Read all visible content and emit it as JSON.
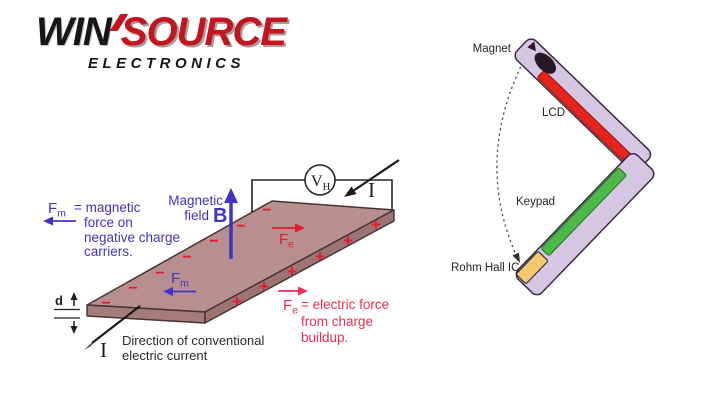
{
  "logo": {
    "win": "WIN",
    "source": "SOURCE",
    "electronics": "ELECTRONICS",
    "brand_red": "#c4141f"
  },
  "hall": {
    "voltmeter": {
      "symbol": "V",
      "sub": "H"
    },
    "current": {
      "symbol": "I"
    },
    "thickness": {
      "symbol": "d"
    },
    "field": {
      "line1": "Magnetic",
      "line2": "field",
      "symbol": "B"
    },
    "fm": {
      "symbol": "F",
      "sub": "m"
    },
    "fe": {
      "symbol": "F",
      "sub": "e"
    },
    "fm_legend": {
      "lines": [
        "= magnetic",
        "force on",
        "negative charge",
        "carriers."
      ]
    },
    "fe_legend": {
      "lines": [
        "= electric force",
        "from charge",
        "buildup."
      ]
    },
    "direction": {
      "line1": "Direction of conventional",
      "line2": "electric current"
    },
    "charges": {
      "minus": "−",
      "plus": "+"
    },
    "colors": {
      "plate_top": "#b88f8f",
      "plate_side_left": "#a67b7b",
      "plate_side_right": "#9e7373",
      "blue": "#4133c6",
      "red": "#e6182a",
      "pink": "#ef2d52"
    }
  },
  "phone": {
    "labels": {
      "magnet": "Magnet",
      "lcd": "LCD",
      "keypad": "Keypad",
      "hall_ic": "Rohm Hall IC"
    },
    "colors": {
      "body": "#d5c6e2",
      "outline": "#3a2c40",
      "lcd": "#e6231d",
      "keypad": "#4cb848",
      "ic": "#f4ca6e",
      "magnet": "#27192a"
    }
  }
}
